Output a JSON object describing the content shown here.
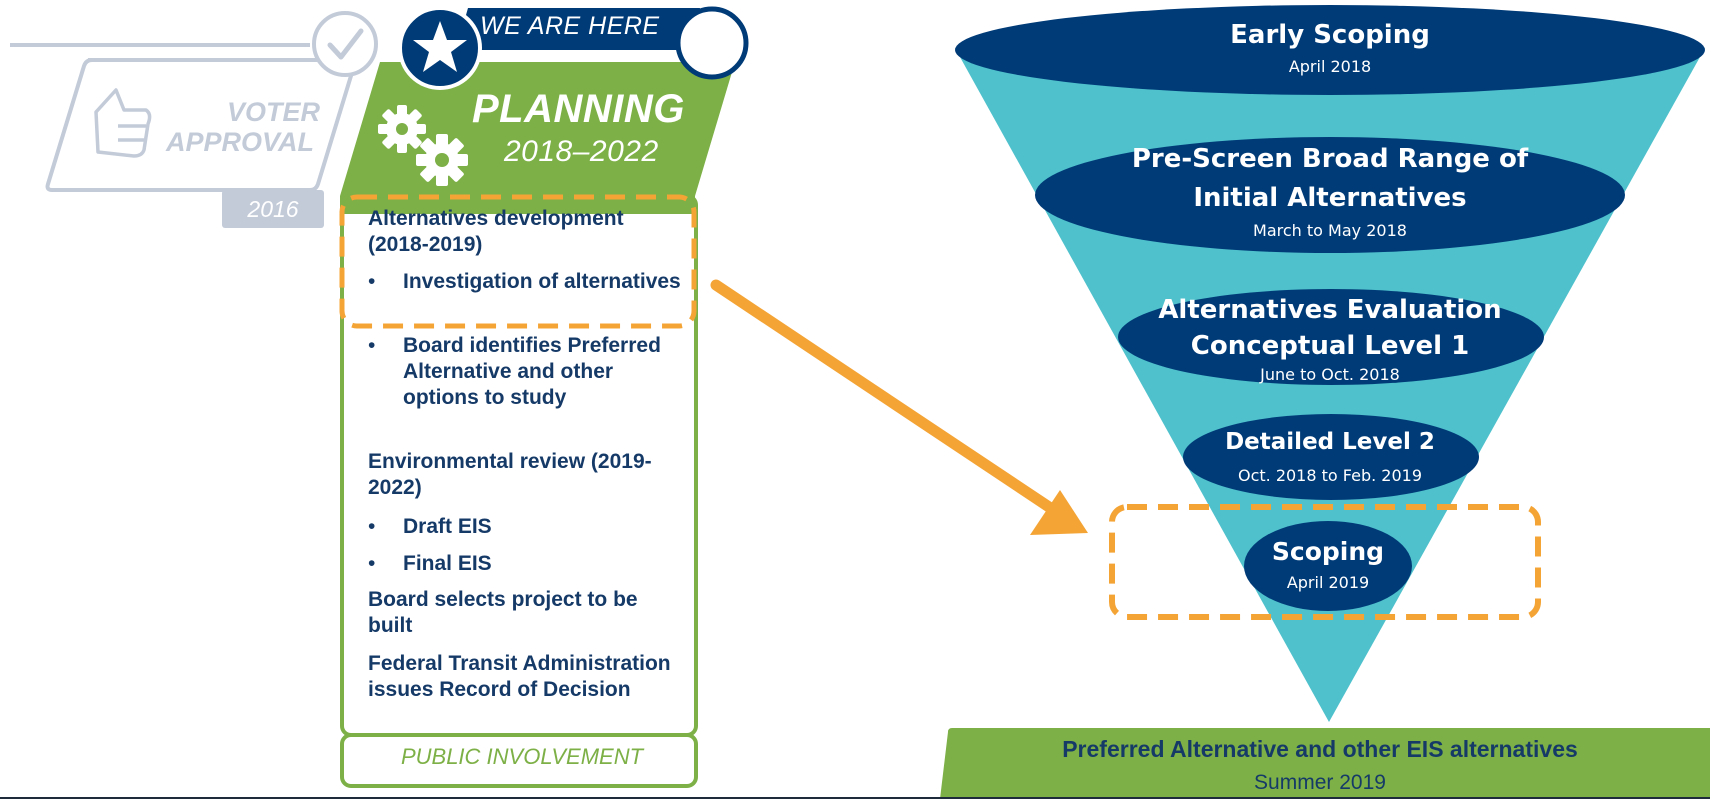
{
  "colors": {
    "navy": "#003b78",
    "teal": "#4ec1cc",
    "green": "#7db046",
    "orange": "#f4a435",
    "text": "#163a68",
    "faded": "#c3cbd9"
  },
  "icons": [
    "check-icon",
    "thumbs-up-icon",
    "star-icon",
    "gears-icon",
    "arrow-icon"
  ],
  "timeline": {
    "voter": {
      "line1": "VOTER",
      "line2": "APPROVAL",
      "year": "2016"
    },
    "here_label": "WE ARE HERE",
    "planning": {
      "title": "PLANNING",
      "years": "2018–2022"
    },
    "items": [
      {
        "kind": "heading",
        "text": "Alternatives development (2018-2019)"
      },
      {
        "kind": "bullet",
        "text": "Investigation of alternatives"
      },
      {
        "kind": "bullet",
        "text": "Board identifies Preferred Alternative and other options to study"
      },
      {
        "kind": "heading",
        "text": "Environmental review (2019-2022)"
      },
      {
        "kind": "bullet",
        "text": "Draft EIS"
      },
      {
        "kind": "bullet",
        "text": "Final EIS"
      },
      {
        "kind": "heading",
        "text": "Board selects project to be built"
      },
      {
        "kind": "heading",
        "text": "Federal Transit Administration issues Record of Decision"
      }
    ],
    "bullet_char": "•",
    "public": "PUBLIC INVOLVEMENT"
  },
  "funnel": {
    "stages": [
      {
        "title_lines": [
          "Early Scoping"
        ],
        "date": "April 2018"
      },
      {
        "title_lines": [
          "Pre-Screen Broad Range of",
          "Initial Alternatives"
        ],
        "date": "March to May 2018"
      },
      {
        "title_lines": [
          "Alternatives Evaluation",
          "Conceptual Level 1"
        ],
        "date": "June to Oct. 2018"
      },
      {
        "title_lines": [
          "Detailed Level 2"
        ],
        "date": "Oct. 2018 to Feb. 2019"
      },
      {
        "title_lines": [
          "Scoping"
        ],
        "date": "April 2019"
      }
    ],
    "result": {
      "title": "Preferred Alternative and other EIS alternatives",
      "date": "Summer 2019"
    }
  }
}
